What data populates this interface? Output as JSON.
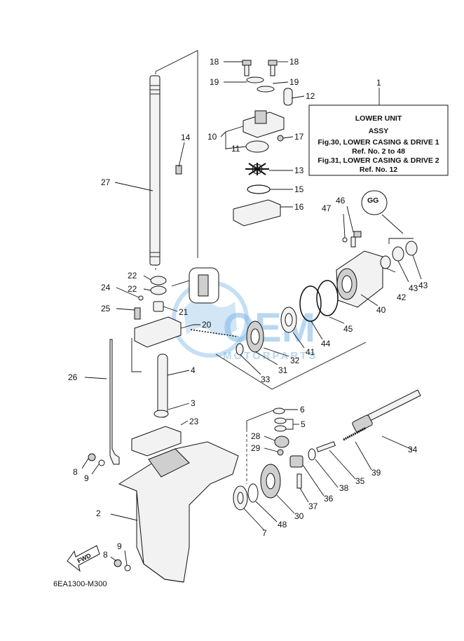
{
  "info_box": {
    "ref": "1",
    "line1": "LOWER UNIT",
    "line2": "ASSY",
    "line3": "Fig.30, LOWER CASING & DRIVE 1",
    "line4": "Ref. No. 2 to 48",
    "line5": "Fig.31, LOWER CASING & DRIVE 2",
    "line6": "Ref. No. 12"
  },
  "watermark": {
    "word": "OEM",
    "sub": "MOTORPARTS"
  },
  "badge": {
    "fwd": "FWD",
    "clip": "GG"
  },
  "diagram_code": "6EA1300-M300",
  "callouts": {
    "n18a": "18",
    "n18b": "18",
    "n19a": "19",
    "n19b": "19",
    "n12": "12",
    "n10": "10",
    "n17": "17",
    "n11": "11",
    "n14": "14",
    "n27": "27",
    "n13": "13",
    "n15": "15",
    "n16": "16",
    "n46": "46",
    "n47": "47",
    "n22a": "22",
    "n22b": "22",
    "n24": "24",
    "n25": "25",
    "n21": "21",
    "n20": "20",
    "n43a": "43",
    "n42": "42",
    "n43b": "43",
    "n40": "40",
    "n45": "45",
    "n44": "44",
    "n41": "41",
    "n32": "32",
    "n31": "31",
    "n33": "33",
    "n26": "26",
    "n4": "4",
    "n3": "3",
    "n6": "6",
    "n5": "5",
    "n23": "23",
    "n28": "28",
    "n29": "29",
    "n34": "34",
    "n39": "39",
    "n35": "35",
    "n38": "38",
    "n36": "36",
    "n37": "37",
    "n30": "30",
    "n48": "48",
    "n7": "7",
    "n8a": "8",
    "n9a": "9",
    "n2": "2",
    "n9b": "9",
    "n8b": "8"
  }
}
